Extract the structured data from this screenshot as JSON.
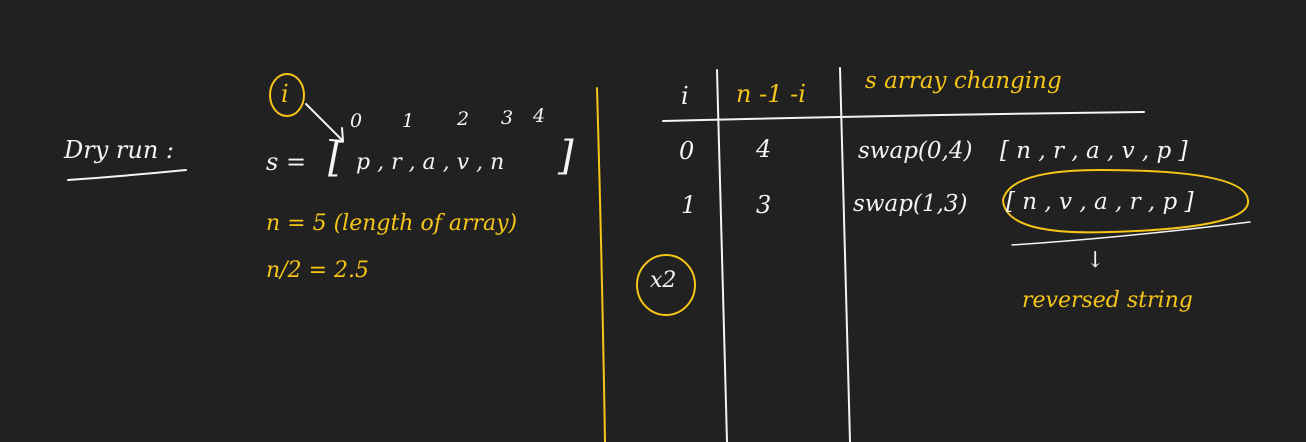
{
  "colors": {
    "background": "#212121",
    "white_ink": "#f4f4f4",
    "yellow_ink": "#f5c518"
  },
  "left": {
    "dry_run_label": "Dry run :",
    "pointer_label": "i",
    "indices": [
      "0",
      "1",
      "2",
      "3",
      "4"
    ],
    "array_prefix": "s =",
    "array_open": "[",
    "array_body": "p , r , a , v , n",
    "array_close": "]",
    "length_line": "n = 5 (length of array)",
    "half_line": "n/2 = 2.5"
  },
  "table": {
    "headers": [
      "i",
      "n -1 -i",
      "s array changing"
    ],
    "rows": [
      {
        "i": "0",
        "n1i": "4",
        "op": "swap(0,4)",
        "state": "[ n , r , a , v , p ]"
      },
      {
        "i": "1",
        "n1i": "3",
        "op": "swap(1,3)",
        "state": "[ n , v , a , r , p ]"
      }
    ],
    "count_note": "x2",
    "result_label": "reversed string",
    "result_arrow": "↓"
  }
}
